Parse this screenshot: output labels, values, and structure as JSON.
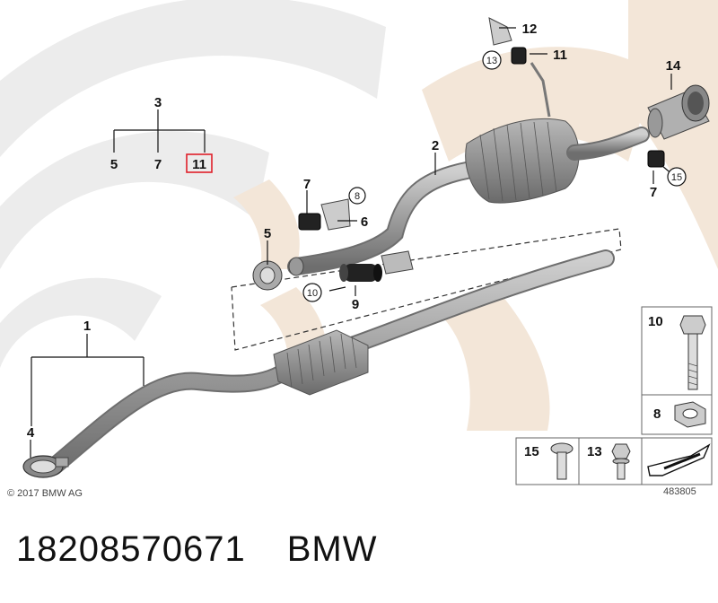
{
  "copyright": "© 2017 BMW AG",
  "reference": "483805",
  "part_number": "18208570671",
  "brand": "BMW",
  "callouts": {
    "c1": "1",
    "c2": "2",
    "c3": "3",
    "c4": "4",
    "c5a": "5",
    "c5b": "5",
    "c6": "6",
    "c7a": "7",
    "c7b": "7",
    "c7c": "7",
    "c8": "8",
    "c9": "9",
    "c10": "10",
    "c11a": "11",
    "c11b": "11",
    "c12": "12",
    "c13": "13",
    "c14": "14",
    "c15": "15"
  },
  "legend": {
    "k10": "10",
    "k8": "8",
    "k15": "15",
    "k13": "13"
  },
  "colors": {
    "highlight": "#e0202a",
    "background_tan": "#f3e6d8",
    "background_grey": "#ececec",
    "pipe": "#9a9a9a"
  }
}
